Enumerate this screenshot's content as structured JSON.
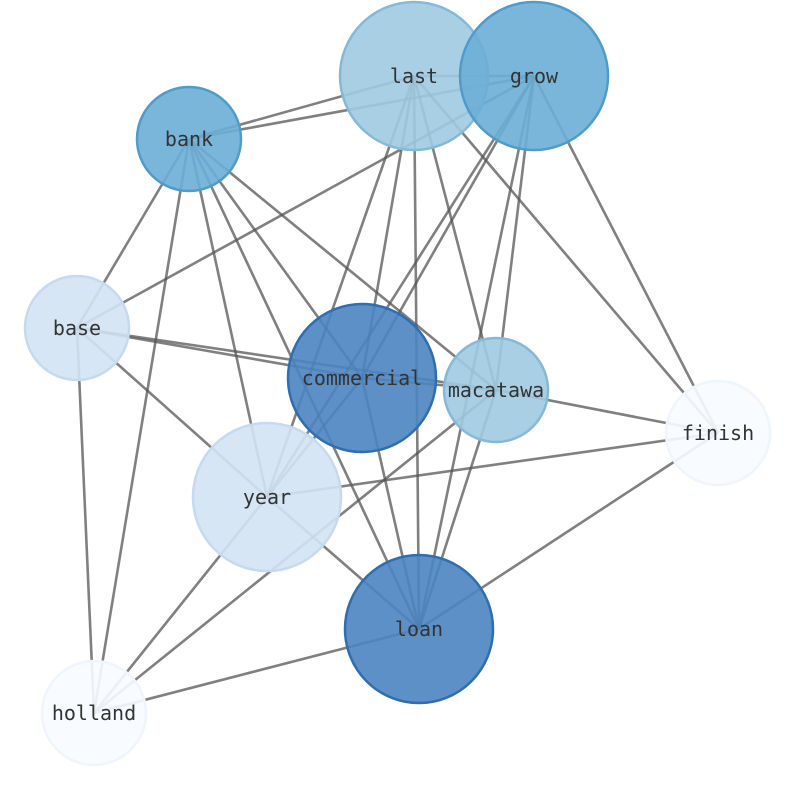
{
  "nodes": [
    {
      "id": "last",
      "label": "last",
      "fill": "#9ecae1",
      "stroke": "#86b9d8"
    },
    {
      "id": "grow",
      "label": "grow",
      "fill": "#6baed6",
      "stroke": "#4f9ccb"
    },
    {
      "id": "bank",
      "label": "bank",
      "fill": "#6baed6",
      "stroke": "#4f9ccb"
    },
    {
      "id": "base",
      "label": "base",
      "fill": "#d2e3f3",
      "stroke": "#c5daef"
    },
    {
      "id": "commercial",
      "label": "commercial",
      "fill": "#4a84c0",
      "stroke": "#2f6eb0"
    },
    {
      "id": "macatawa",
      "label": "macatawa",
      "fill": "#9ecae1",
      "stroke": "#86b9d8"
    },
    {
      "id": "finish",
      "label": "finish",
      "fill": "#f7fbff",
      "stroke": "#eef5fc"
    },
    {
      "id": "year",
      "label": "year",
      "fill": "#d2e3f3",
      "stroke": "#c5daef"
    },
    {
      "id": "loan",
      "label": "loan",
      "fill": "#4a84c0",
      "stroke": "#2f6eb0"
    },
    {
      "id": "holland",
      "label": "holland",
      "fill": "#f7fbff",
      "stroke": "#eef5fc"
    }
  ],
  "edges": [
    [
      "last",
      "grow"
    ],
    [
      "last",
      "bank"
    ],
    [
      "last",
      "commercial"
    ],
    [
      "last",
      "macatawa"
    ],
    [
      "last",
      "finish"
    ],
    [
      "last",
      "year"
    ],
    [
      "last",
      "loan"
    ],
    [
      "grow",
      "bank"
    ],
    [
      "grow",
      "base"
    ],
    [
      "grow",
      "commercial"
    ],
    [
      "grow",
      "macatawa"
    ],
    [
      "grow",
      "finish"
    ],
    [
      "grow",
      "year"
    ],
    [
      "grow",
      "loan"
    ],
    [
      "bank",
      "base"
    ],
    [
      "bank",
      "commercial"
    ],
    [
      "bank",
      "macatawa"
    ],
    [
      "bank",
      "year"
    ],
    [
      "bank",
      "loan"
    ],
    [
      "bank",
      "holland"
    ],
    [
      "base",
      "commercial"
    ],
    [
      "base",
      "macatawa"
    ],
    [
      "base",
      "year"
    ],
    [
      "base",
      "holland"
    ],
    [
      "commercial",
      "macatawa"
    ],
    [
      "commercial",
      "year"
    ],
    [
      "commercial",
      "loan"
    ],
    [
      "macatawa",
      "finish"
    ],
    [
      "macatawa",
      "loan"
    ],
    [
      "macatawa",
      "holland"
    ],
    [
      "finish",
      "year"
    ],
    [
      "finish",
      "loan"
    ],
    [
      "year",
      "loan"
    ],
    [
      "year",
      "holland"
    ],
    [
      "loan",
      "holland"
    ]
  ]
}
